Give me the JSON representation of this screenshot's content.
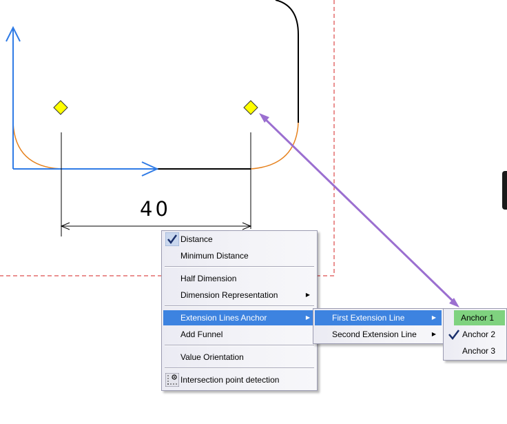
{
  "canvas": {
    "dimension_value": "40"
  },
  "context_menu": {
    "items": [
      {
        "label": "Distance",
        "checked": true
      },
      {
        "label": "Minimum Distance"
      },
      {
        "label": "Half Dimension"
      },
      {
        "label": "Dimension Representation",
        "submenu": true
      },
      {
        "label": "Extension Lines Anchor",
        "submenu": true,
        "highlighted": true
      },
      {
        "label": "Add Funnel"
      },
      {
        "label": "Value Orientation"
      },
      {
        "label": "Intersection point detection",
        "icon": "intersection-detection-icon"
      }
    ]
  },
  "extension_submenu": {
    "items": [
      {
        "label": "First Extension Line",
        "submenu": true,
        "highlighted": true
      },
      {
        "label": "Second Extension Line",
        "submenu": true
      }
    ]
  },
  "anchor_submenu": {
    "items": [
      {
        "label": "Anchor 1",
        "highlighted": true
      },
      {
        "label": "Anchor 2",
        "checked": true
      },
      {
        "label": "Anchor 3"
      }
    ]
  },
  "colors": {
    "menu_highlight": "#3d83e0",
    "anchor_highlight": "#7fd27f",
    "annotation_arrow": "#9b6fd0",
    "axis": "#2f7be6",
    "fillet": "#e6821e",
    "frame_dashed": "#d62020",
    "point_marker": "#ffff00"
  }
}
